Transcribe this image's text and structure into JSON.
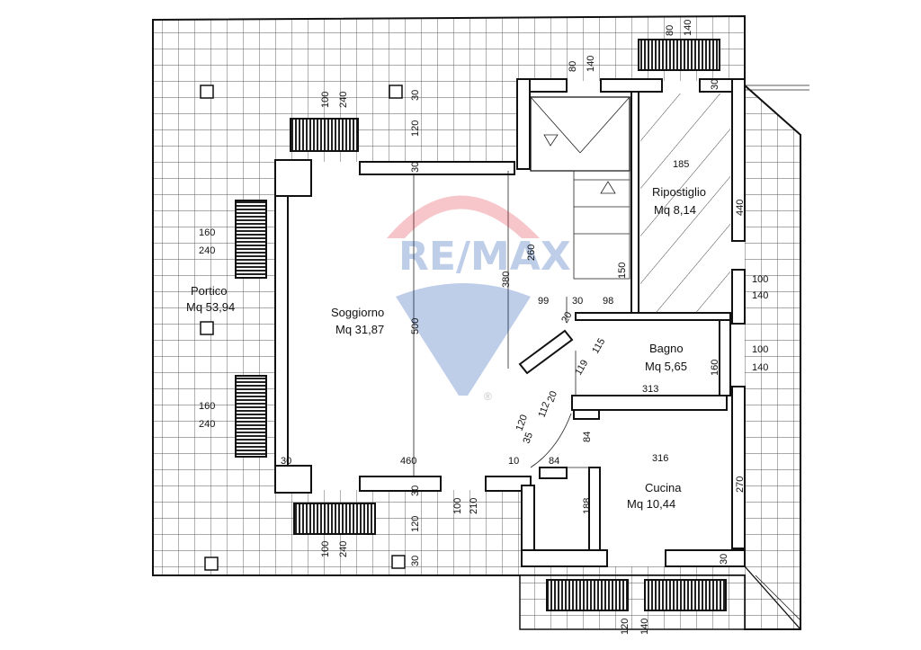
{
  "rooms": {
    "portico": {
      "name": "Portico",
      "area": "Mq 53,94"
    },
    "soggiorno": {
      "name": "Soggiorno",
      "area": "Mq 31,87"
    },
    "ripostiglio": {
      "name": "Ripostiglio",
      "area": "Mq 8,14"
    },
    "bagno": {
      "name": "Bagno",
      "area": "Mq 5,65"
    },
    "cucina": {
      "name": "Cucina",
      "area": "Mq 10,44"
    }
  },
  "watermark": {
    "text": "RE/MAX",
    "registered": "®",
    "colors": {
      "red": "#dc1c2e",
      "blue": "#003da5"
    }
  },
  "dims": {
    "d80a": "80",
    "d140a": "140",
    "d80b": "80",
    "d140b": "140",
    "d100a": "100",
    "d240a": "240",
    "d30a": "30",
    "d120a": "120",
    "d30b": "30",
    "d30c": "30",
    "d185": "185",
    "d440": "440",
    "d160a": "160",
    "d240b": "240",
    "d160b": "160",
    "d240c": "240",
    "d260": "260",
    "d380": "380",
    "d500": "500",
    "d150": "150",
    "d99": "99",
    "d30d": "30",
    "d98": "98",
    "d20a": "20",
    "d100b": "100",
    "d140c": "140",
    "d100c": "100",
    "d140d": "140",
    "d115": "115",
    "d119": "119",
    "d160c": "160",
    "d313": "313",
    "d112": "112",
    "d20b": "20",
    "d120b": "120",
    "d35": "35",
    "d84a": "84",
    "d316": "316",
    "d10": "10",
    "d84b": "84",
    "d30e": "30",
    "d460": "460",
    "d30f": "30",
    "d188": "188",
    "d270": "270",
    "d100d": "100",
    "d210": "210",
    "d120c": "120",
    "d30g": "30",
    "d100e": "100",
    "d240d": "240",
    "d30h": "30",
    "d120d": "120",
    "d140e": "140"
  }
}
